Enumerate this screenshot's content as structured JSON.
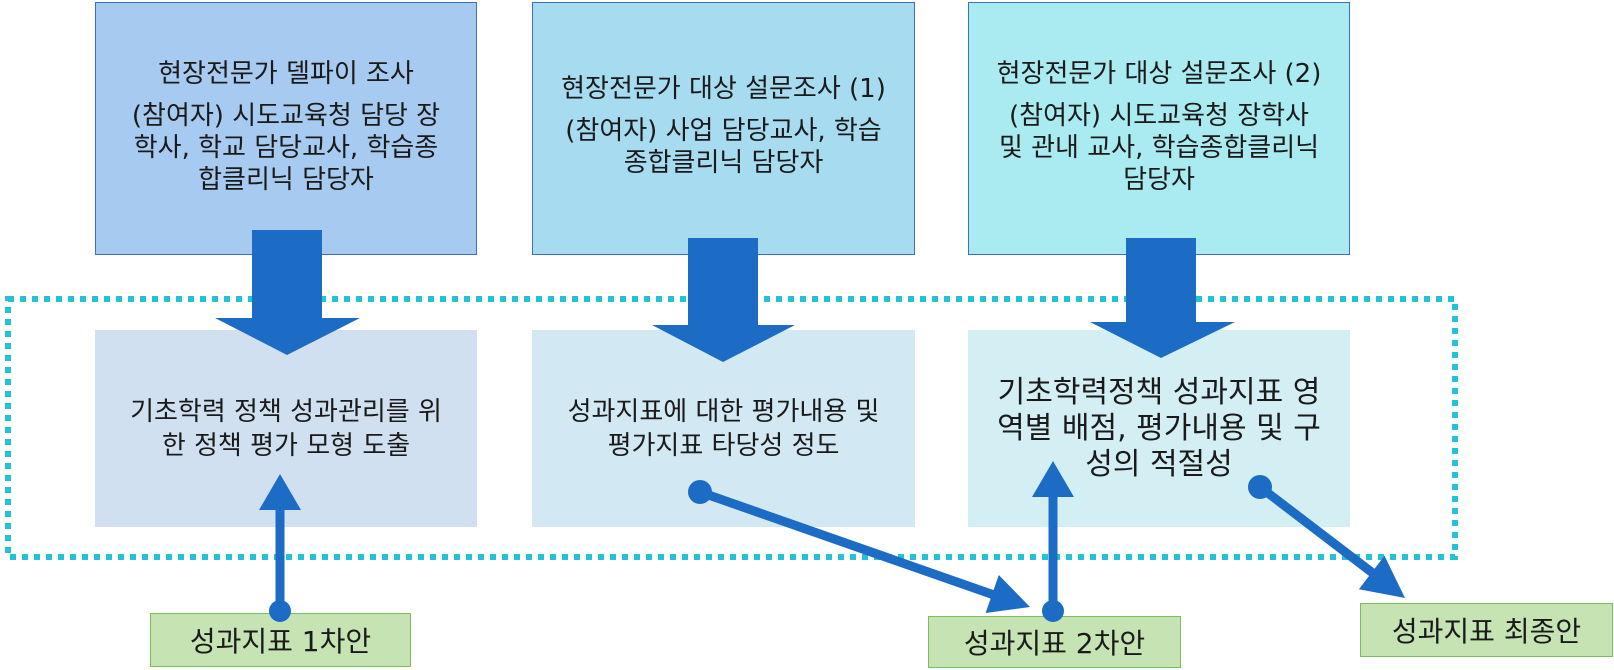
{
  "diagram": {
    "top_boxes": [
      {
        "title": "현장전문가 델파이 조사",
        "lines": [
          "(참여자) 시도교육청 담당 장",
          "학사, 학교 담당교사, 학습종",
          "합클리닉 담당자"
        ]
      },
      {
        "title": "현장전문가 대상 설문조사 (1)",
        "lines": [
          "(참여자) 사업 담당교사, 학습",
          "종합클리닉 담당자"
        ]
      },
      {
        "title": "현장전문가 대상 설문조사 (2)",
        "lines": [
          "(참여자) 시도교육청 장학사",
          "및 관내 교사, 학습종합클리닉",
          "담당자"
        ]
      }
    ],
    "bottom_boxes": [
      {
        "lines": [
          "기초학력 정책 성과관리를 위",
          "한 정책 평가 모형 도출"
        ]
      },
      {
        "lines": [
          "성과지표에 대한 평가내용 및",
          "평가지표 타당성 정도"
        ]
      },
      {
        "lines": [
          "기초학력정책 성과지표 영",
          "역별 배점, 평가내용 및 구",
          "성의 적절성"
        ]
      }
    ],
    "labels": [
      "성과지표 1차안",
      "성과지표 2차안",
      "성과지표 최종안"
    ]
  },
  "colors": {
    "top1": "#a7caf0",
    "top2": "#a6dbf0",
    "top3": "#aaeaf1",
    "bot1": "#d0e0f1",
    "bot2": "#d2e8f3",
    "bot3": "#d3eff3",
    "top-border": "#3b6fc4",
    "arrow": "#1c6cc6",
    "frame": "#22c3d8",
    "label-fill": "#c5e3b3",
    "label-border": "#7cbf58"
  }
}
